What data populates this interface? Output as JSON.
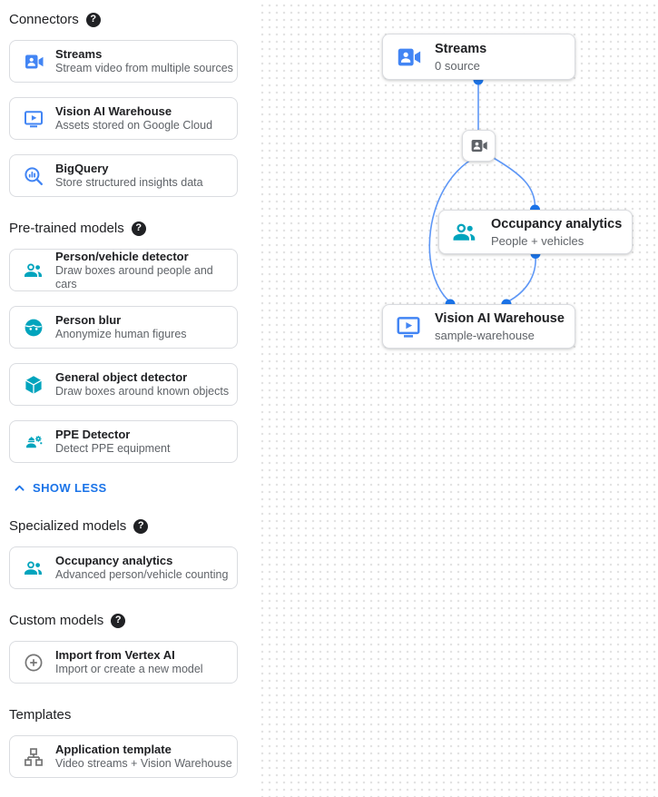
{
  "colors": {
    "blue": "#4285f4",
    "blue_dark": "#1a73e8",
    "teal": "#00a4bd",
    "grey": "#757575",
    "grey_dark": "#5f6368",
    "edge": "#5e97f6",
    "dot": "#1a73e8",
    "card_border": "#dadce0"
  },
  "sidebar": {
    "sections": [
      {
        "title": "Connectors",
        "help": true,
        "items": [
          {
            "icon": "streams-icon",
            "color": "blue",
            "title": "Streams",
            "subtitle": "Stream video from multiple sources"
          },
          {
            "icon": "warehouse-icon",
            "color": "blue",
            "title": "Vision AI Warehouse",
            "subtitle": "Assets stored on Google Cloud"
          },
          {
            "icon": "bigquery-icon",
            "color": "blue",
            "title": "BigQuery",
            "subtitle": "Store structured insights data"
          }
        ]
      },
      {
        "title": "Pre-trained models",
        "help": true,
        "collapse_label": "SHOW LESS",
        "items": [
          {
            "icon": "people-icon",
            "color": "teal",
            "title": "Person/vehicle detector",
            "subtitle": "Draw boxes around people and cars"
          },
          {
            "icon": "face-icon",
            "color": "teal",
            "title": "Person blur",
            "subtitle": "Anonymize human figures"
          },
          {
            "icon": "cube-icon",
            "color": "teal",
            "title": "General object detector",
            "subtitle": "Draw boxes around known objects"
          },
          {
            "icon": "ppe-icon",
            "color": "teal",
            "title": "PPE Detector",
            "subtitle": "Detect PPE equipment"
          }
        ]
      },
      {
        "title": "Specialized models",
        "help": true,
        "items": [
          {
            "icon": "people-icon",
            "color": "teal",
            "title": "Occupancy analytics",
            "subtitle": "Advanced person/vehicle counting"
          }
        ]
      },
      {
        "title": "Custom models",
        "help": true,
        "items": [
          {
            "icon": "plus-circle-icon",
            "color": "grey",
            "title": "Import from Vertex AI",
            "subtitle": "Import or create a new model"
          }
        ]
      },
      {
        "title": "Templates",
        "help": false,
        "items": [
          {
            "icon": "tree-icon",
            "color": "grey",
            "title": "Application template",
            "subtitle": "Video streams + Vision Warehouse"
          }
        ]
      }
    ]
  },
  "canvas": {
    "nodes": [
      {
        "icon": "streams-icon",
        "icon_color": "blue",
        "title": "Streams",
        "subtitle": "0 source"
      },
      {
        "icon": "streams-icon",
        "icon_color": "grey_dark",
        "title": "",
        "subtitle": ""
      },
      {
        "icon": "people-icon",
        "icon_color": "teal",
        "title": "Occupancy analytics",
        "subtitle": "People + vehicles"
      },
      {
        "icon": "warehouse-icon",
        "icon_color": "blue",
        "title": "Vision AI Warehouse",
        "subtitle": "sample-warehouse"
      }
    ]
  }
}
